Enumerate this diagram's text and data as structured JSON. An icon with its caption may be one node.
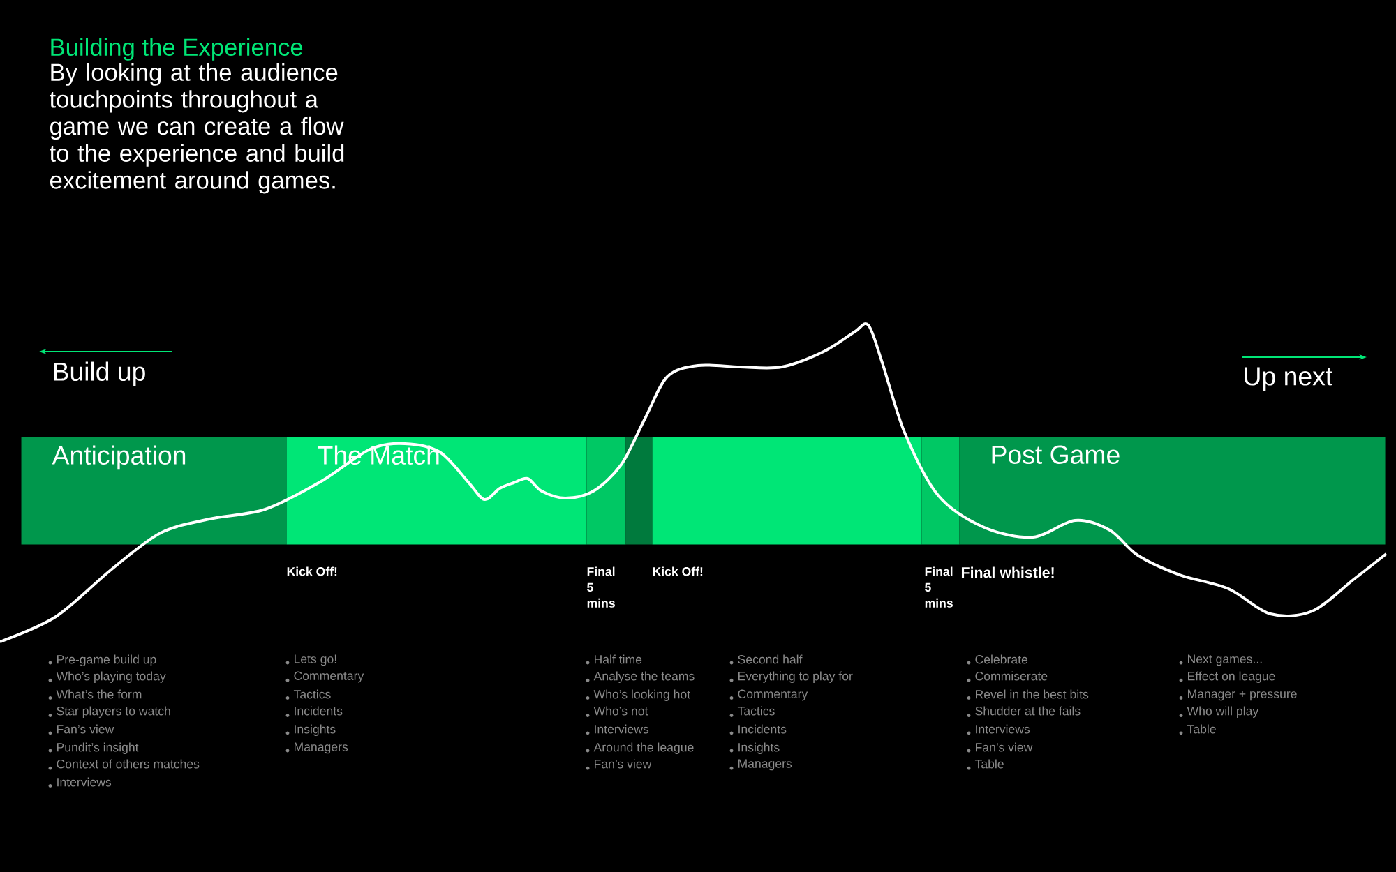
{
  "diagram": {
    "title": "Building the Experience",
    "nodes": [
      {
        "text": [
          "Anticipation"
        ]
      },
      {
        "text": [
          "The Match"
        ]
      },
      {
        "text": [],
        "shape": "bar"
      },
      {
        "text": [],
        "shape": "bar"
      },
      {
        "text": [],
        "shape": "bar"
      },
      {
        "text": [],
        "shape": "bar"
      },
      {
        "text": [
          "Post Game"
        ]
      }
    ],
    "labels": [
      "By looking at the audience touchpoints throughout a game we can create a flow to the experience and build excitement around games.",
      "Build up",
      "Up next",
      "Kick Off!",
      "Final 5 mins",
      "Kick Off!",
      "Final 5 mins",
      "Final whistle!",
      "Pre-game build up",
      "Who’s playing today",
      "What’s  the form",
      "Star players to watch",
      "Fan’s view",
      "Pundit’s insight",
      "Context of others matches",
      "Interviews",
      "Lets go!",
      "Commentary",
      "Tactics",
      "Incidents",
      "Insights",
      "Managers",
      "Half time",
      "Analyse the teams",
      "Who’s looking hot",
      "Who’s not",
      "Interviews",
      "Around the league",
      "Fan’s view",
      "Second half",
      "Everything to play for",
      "Commentary",
      "Tactics",
      "Incidents",
      "Insights",
      "Managers",
      "Celebrate",
      "Commiserate",
      "Revel in the best bits",
      "Shudder at the  fails",
      "Interviews",
      "Fan’s view",
      "Table",
      "Next games...",
      "Effect on league",
      "Manager + pressure",
      "Who will play",
      "Table"
    ]
  }
}
